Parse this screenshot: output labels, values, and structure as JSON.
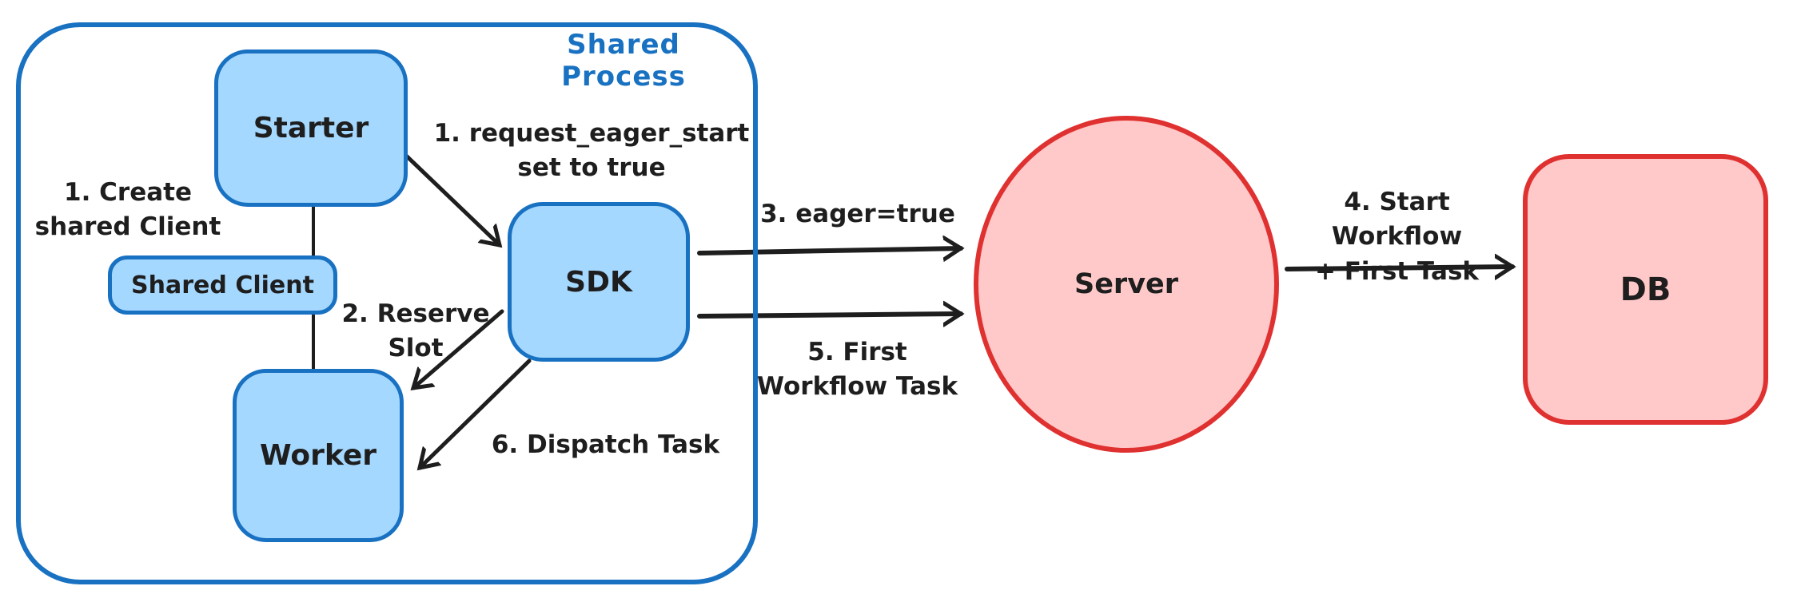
{
  "diagram": {
    "container": {
      "label": "Shared Process"
    },
    "nodes": {
      "starter": {
        "label": "Starter"
      },
      "shared_client": {
        "label": "Shared Client"
      },
      "worker": {
        "label": "Worker"
      },
      "sdk": {
        "label": "SDK"
      },
      "server": {
        "label": "Server"
      },
      "db": {
        "label": "DB"
      }
    },
    "annotations": {
      "create_shared_client": "1. Create\nshared Client",
      "request_eager_start": "1. request_eager_start\nset to true",
      "reserve_slot": "2. Reserve\nSlot",
      "eager_true": "3. eager=true",
      "start_workflow": "4. Start Workflow\n+ First Task",
      "first_workflow_task": "5. First\nWorkflow Task",
      "dispatch_task": "6. Dispatch Task"
    },
    "edges": [
      {
        "from": "Starter",
        "to": "SDK",
        "label": "1. request_eager_start set to true"
      },
      {
        "from": "SDK",
        "to": "Worker",
        "label": "2. Reserve Slot"
      },
      {
        "from": "SDK",
        "to": "Server",
        "label": "3. eager=true"
      },
      {
        "from": "Server",
        "to": "DB",
        "label": "4. Start Workflow + First Task"
      },
      {
        "from": "SDK",
        "to": "Server",
        "label": "5. First Workflow Task"
      },
      {
        "from": "SDK",
        "to": "Worker",
        "label": "6. Dispatch Task"
      },
      {
        "from": "Starter",
        "to": "Shared Client",
        "label": ""
      },
      {
        "from": "Shared Client",
        "to": "Worker",
        "label": ""
      }
    ],
    "colors": {
      "blue_stroke": "#1971c2",
      "blue_fill": "#a5d8ff",
      "red_stroke": "#e03131",
      "red_fill": "#ffc9c9",
      "text": "#1e1e1e",
      "background": "#ffffff"
    }
  }
}
